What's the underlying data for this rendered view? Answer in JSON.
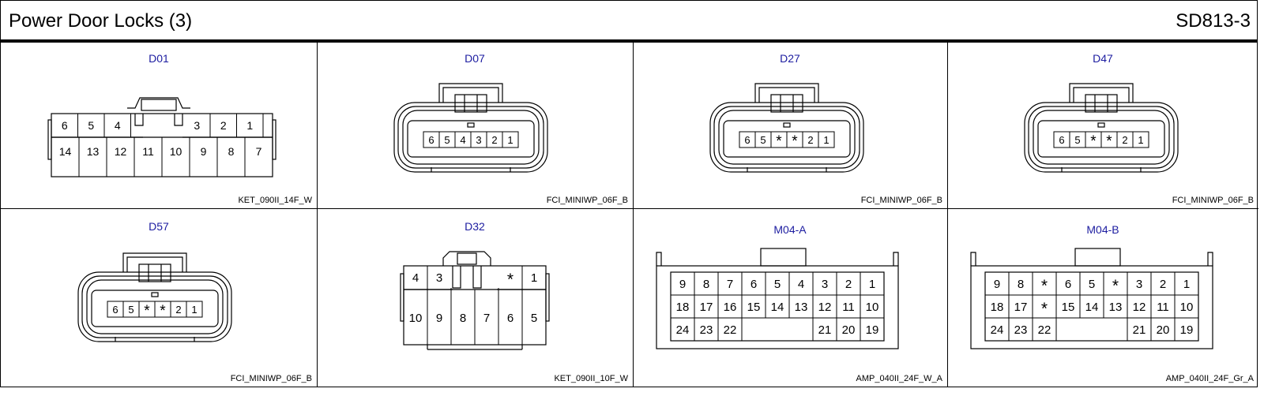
{
  "page": {
    "title": "Power Door Locks (3)",
    "code": "SD813-3"
  },
  "connectors": [
    {
      "name": "D01",
      "type": "KET_090II_14F_W",
      "top_row": [
        "6",
        "5",
        "4",
        "3",
        "2",
        "1"
      ],
      "bottom_row": [
        "14",
        "13",
        "12",
        "11",
        "10",
        "9",
        "8",
        "7"
      ]
    },
    {
      "name": "D07",
      "type": "FCI_MINIWP_06F_B",
      "pins": [
        "6",
        "5",
        "4",
        "3",
        "2",
        "1"
      ]
    },
    {
      "name": "D27",
      "type": "FCI_MINIWP_06F_B",
      "pins": [
        "6",
        "5",
        "*",
        "*",
        "2",
        "1"
      ]
    },
    {
      "name": "D47",
      "type": "FCI_MINIWP_06F_B",
      "pins": [
        "6",
        "5",
        "*",
        "*",
        "2",
        "1"
      ]
    },
    {
      "name": "D57",
      "type": "FCI_MINIWP_06F_B",
      "pins": [
        "6",
        "5",
        "*",
        "*",
        "2",
        "1"
      ]
    },
    {
      "name": "D32",
      "type": "KET_090II_10F_W",
      "top_row": [
        "4",
        "3",
        "*",
        "1"
      ],
      "bottom_row": [
        "10",
        "9",
        "8",
        "7",
        "6",
        "5"
      ]
    },
    {
      "name": "M04-A",
      "type": "AMP_040II_24F_W_A",
      "row1": [
        "9",
        "8",
        "7",
        "6",
        "5",
        "4",
        "3",
        "2",
        "1"
      ],
      "row2": [
        "18",
        "17",
        "16",
        "15",
        "14",
        "13",
        "12",
        "11",
        "10"
      ],
      "row3_left": [
        "24",
        "23",
        "22"
      ],
      "row3_right": [
        "21",
        "20",
        "19"
      ]
    },
    {
      "name": "M04-B",
      "type": "AMP_040II_24F_Gr_A",
      "row1": [
        "9",
        "8",
        "*",
        "6",
        "5",
        "*",
        "3",
        "2",
        "1"
      ],
      "row2": [
        "18",
        "17",
        "*",
        "15",
        "14",
        "13",
        "12",
        "11",
        "10"
      ],
      "row3_left": [
        "24",
        "23",
        "22"
      ],
      "row3_right": [
        "21",
        "20",
        "19"
      ]
    }
  ],
  "colors": {
    "connector_name": "#1c1ca0",
    "lines": "#000000"
  }
}
